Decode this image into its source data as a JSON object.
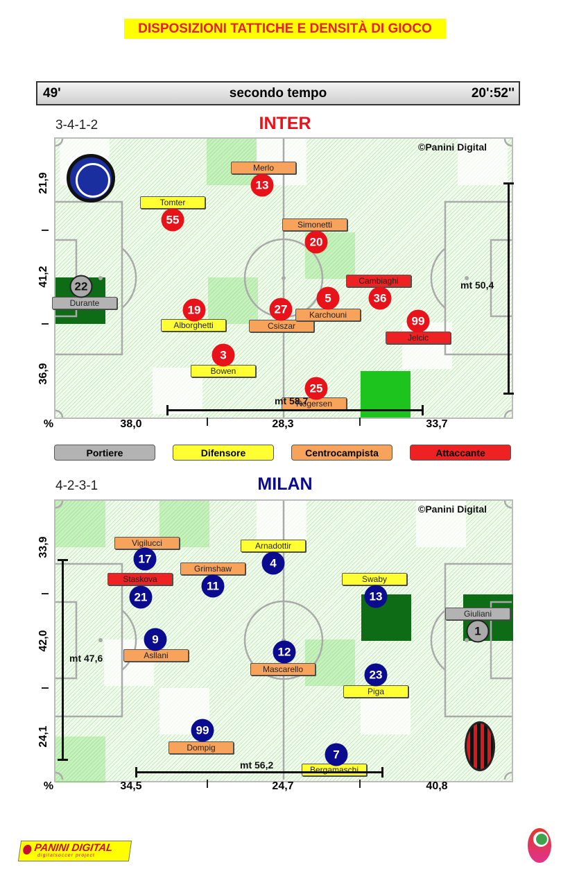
{
  "title": "DISPOSIZIONI TATTICHE E DENSITÀ DI GIOCO",
  "header": {
    "minute": "49'",
    "period": "secondo tempo",
    "time": "20':52''"
  },
  "colors": {
    "portiere": "#b3b3b3",
    "difensore": "#ffff33",
    "centrocampista": "#f7a35c",
    "attaccante": "#ee2222",
    "inter": "#e8121b",
    "milan": "#0b0b8f"
  },
  "inter": {
    "name": "INTER",
    "formation": "3-4-1-2",
    "copyright": "©Panini Digital",
    "y_axis": [
      "21,9",
      "41,2",
      "36,9"
    ],
    "x_axis": [
      "38,0",
      "28,3",
      "33,7"
    ],
    "percent": "%",
    "width_label": "mt 58,7",
    "depth_label": "mt 50,4",
    "players": [
      {
        "number": "22",
        "name": "Durante",
        "role": "portiere"
      },
      {
        "number": "13",
        "name": "Merlo",
        "role": "centrocampista"
      },
      {
        "number": "55",
        "name": "Tomter",
        "role": "difensore"
      },
      {
        "number": "20",
        "name": "Simonetti",
        "role": "centrocampista"
      },
      {
        "number": "19",
        "name": "Alborghetti",
        "role": "difensore"
      },
      {
        "number": "27",
        "name": "Csiszar",
        "role": "centrocampista"
      },
      {
        "number": "5",
        "name": "Karchouni",
        "role": "centrocampista"
      },
      {
        "number": "36",
        "name": "Cambiaghi",
        "role": "attaccante"
      },
      {
        "number": "99",
        "name": "Jelcic",
        "role": "attaccante"
      },
      {
        "number": "3",
        "name": "Bowen",
        "role": "difensore"
      },
      {
        "number": "25",
        "name": "Rogersen",
        "role": "centrocampista"
      }
    ]
  },
  "legend": [
    {
      "label": "Portiere",
      "role": "portiere"
    },
    {
      "label": "Difensore",
      "role": "difensore"
    },
    {
      "label": "Centrocampista",
      "role": "centrocampista"
    },
    {
      "label": "Attaccante",
      "role": "attaccante"
    }
  ],
  "milan": {
    "name": "MILAN",
    "formation": "4-2-3-1",
    "copyright": "©Panini Digital",
    "y_axis": [
      "33,9",
      "42,0",
      "24,1"
    ],
    "x_axis": [
      "34,5",
      "24,7",
      "40,8"
    ],
    "percent": "%",
    "width_label": "mt 56,2",
    "depth_label": "mt 47,6",
    "players": [
      {
        "number": "17",
        "name": "Vigilucci",
        "role": "centrocampista"
      },
      {
        "number": "21",
        "name": "Staskova",
        "role": "attaccante"
      },
      {
        "number": "11",
        "name": "Grimshaw",
        "role": "centrocampista"
      },
      {
        "number": "4",
        "name": "Arnadottir",
        "role": "difensore"
      },
      {
        "number": "13",
        "name": "Swaby",
        "role": "difensore"
      },
      {
        "number": "1",
        "name": "Giuliani",
        "role": "portiere"
      },
      {
        "number": "9",
        "name": "Asllani",
        "role": "centrocampista"
      },
      {
        "number": "12",
        "name": "Mascarello",
        "role": "centrocampista"
      },
      {
        "number": "23",
        "name": "Piga",
        "role": "difensore"
      },
      {
        "number": "99",
        "name": "Dompig",
        "role": "centrocampista"
      },
      {
        "number": "7",
        "name": "Bergamaschi",
        "role": "difensore"
      }
    ]
  },
  "footer": {
    "brand": "PANINI DIGITAL",
    "tagline": "digitalsoccer project"
  }
}
